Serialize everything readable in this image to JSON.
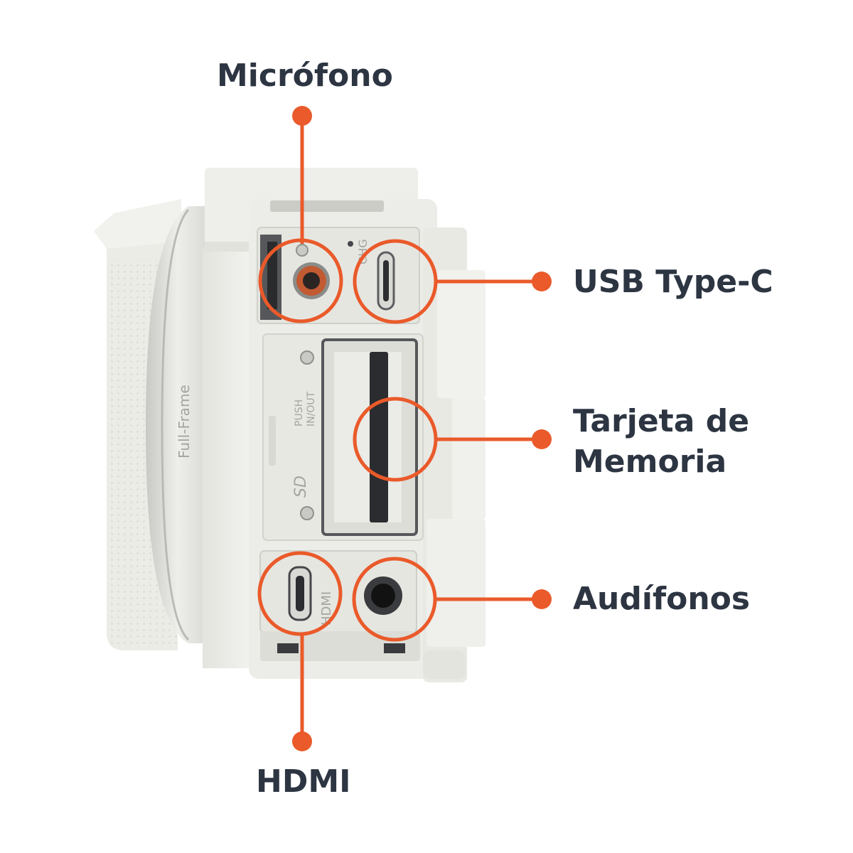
{
  "labels": {
    "microphone": "Micrófono",
    "usb": "USB Type-C",
    "memory_card": [
      "Tarjeta de",
      "Memoria"
    ],
    "headphones": "Audífonos",
    "hdmi": "HDMI"
  },
  "camera_markings": {
    "full_frame": "Full-Frame",
    "push": "PUSH",
    "in_out": "IN/OUT",
    "chg": "CHG",
    "sd": "SD",
    "hdmi": "HDMI"
  },
  "colors": {
    "accent": "#ea5a2a",
    "label_text": "#2d3542",
    "camera_body": "#ebebe6",
    "camera_shadow": "#cfd0ca",
    "ring": "#d9dad6"
  }
}
